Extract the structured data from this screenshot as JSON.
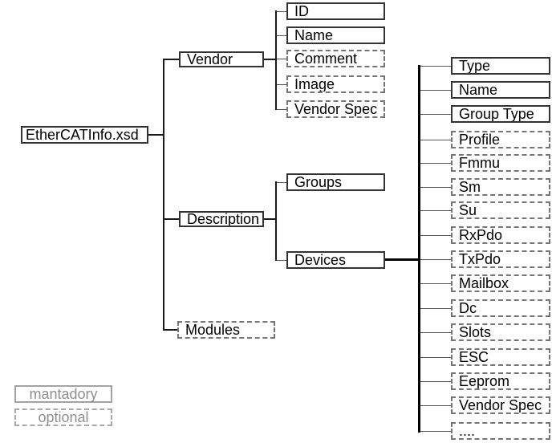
{
  "diagram": {
    "root": {
      "label": "EtherCATInfo.xsd",
      "required": "mandatory"
    },
    "branches": [
      {
        "label": "Vendor",
        "required": "mandatory",
        "children": [
          {
            "label": "ID",
            "required": "mandatory"
          },
          {
            "label": "Name",
            "required": "mandatory"
          },
          {
            "label": "Comment",
            "required": "optional"
          },
          {
            "label": "Image",
            "required": "optional"
          },
          {
            "label": "Vendor Spec",
            "required": "optional"
          }
        ]
      },
      {
        "label": "Description",
        "required": "mandatory",
        "children": [
          {
            "label": "Groups",
            "required": "mandatory",
            "children": []
          },
          {
            "label": "Devices",
            "required": "mandatory",
            "children": [
              {
                "label": "Type",
                "required": "mandatory"
              },
              {
                "label": "Name",
                "required": "mandatory"
              },
              {
                "label": "Group Type",
                "required": "mandatory"
              },
              {
                "label": "Profile",
                "required": "optional"
              },
              {
                "label": "Fmmu",
                "required": "optional"
              },
              {
                "label": "Sm",
                "required": "optional"
              },
              {
                "label": "Su",
                "required": "optional"
              },
              {
                "label": "RxPdo",
                "required": "optional"
              },
              {
                "label": "TxPdo",
                "required": "optional"
              },
              {
                "label": "Mailbox",
                "required": "optional"
              },
              {
                "label": "Dc",
                "required": "optional"
              },
              {
                "label": "Slots",
                "required": "optional"
              },
              {
                "label": "ESC",
                "required": "optional"
              },
              {
                "label": "Eeprom",
                "required": "optional"
              },
              {
                "label": "Vendor Spec",
                "required": "optional"
              },
              {
                "label": "....",
                "required": "optional"
              }
            ]
          }
        ]
      },
      {
        "label": "Modules",
        "required": "optional",
        "children": []
      }
    ],
    "legend": [
      {
        "label": "mantadory",
        "required": "mandatory"
      },
      {
        "label": "optional",
        "required": "optional"
      }
    ],
    "colors": {
      "mandatory_border": "#333333",
      "optional_border": "#757575",
      "connector": "#000000",
      "legend_border": "#a3a3a3",
      "legend_text": "#8f8f8f",
      "text": "#000000",
      "background": "#ffffff"
    }
  }
}
